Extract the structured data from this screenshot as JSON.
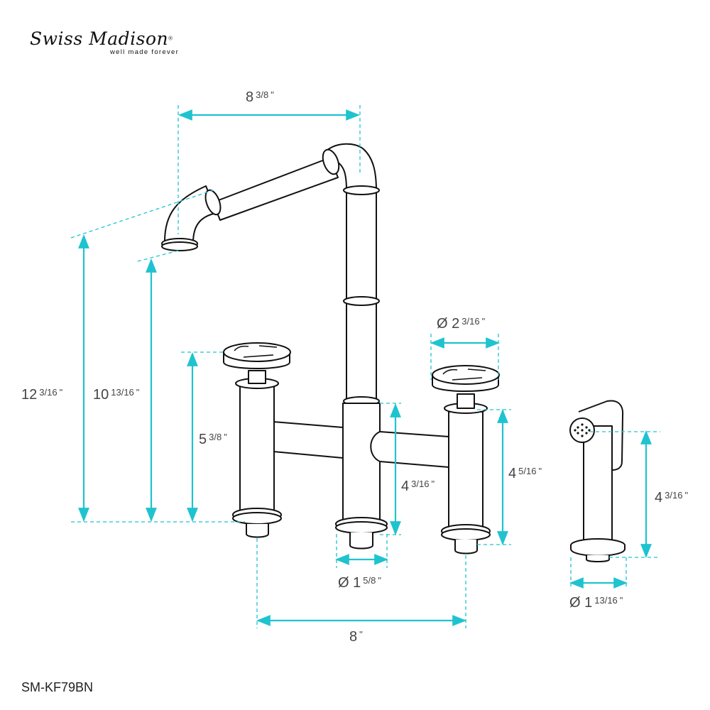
{
  "brand": {
    "name": "Swiss Madison",
    "registered": "®",
    "tagline": "well made forever"
  },
  "colors": {
    "dimension_line": "#1fc3d0",
    "outline": "#111111",
    "text": "#444444"
  },
  "product": {
    "model": "SM-KF79BN",
    "components": [
      "spout",
      "left-handle",
      "right-handle",
      "bridge",
      "side-sprayer"
    ]
  },
  "dimensions": {
    "spout_reach": {
      "whole": "8",
      "frac": "3/8",
      "unit": "\""
    },
    "overall_height": {
      "whole": "12",
      "frac": "3/16",
      "unit": "\""
    },
    "spout_clearance": {
      "whole": "10",
      "frac": "13/16",
      "unit": "\""
    },
    "handle_height": {
      "whole": "5",
      "frac": "3/8",
      "unit": "\""
    },
    "bridge_body_height": {
      "whole": "4",
      "frac": "3/16",
      "unit": "\""
    },
    "handle_diameter": {
      "prefix": "Ø",
      "whole": "2",
      "frac": "3/16",
      "unit": "\""
    },
    "right_column_height": {
      "whole": "4",
      "frac": "5/16",
      "unit": "\""
    },
    "base_diameter": {
      "prefix": "Ø",
      "whole": "1",
      "frac": "5/8",
      "unit": "\""
    },
    "center_spread": {
      "whole": "8",
      "frac": "",
      "unit": "\""
    },
    "sprayer_height": {
      "whole": "4",
      "frac": "3/16",
      "unit": "\""
    },
    "sprayer_base_diameter": {
      "prefix": "Ø",
      "whole": "1",
      "frac": "13/16",
      "unit": "\""
    }
  }
}
